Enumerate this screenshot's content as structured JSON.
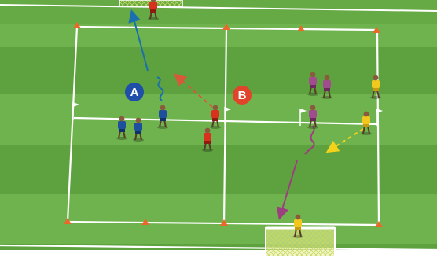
{
  "diagram": {
    "markers": [
      {
        "id": "a",
        "label": "A",
        "color": "#1f4fa8"
      },
      {
        "id": "b",
        "label": "B",
        "color": "#e0442a"
      }
    ],
    "teams": {
      "blue": {
        "shirt": "#1d4f9c",
        "shorts": "#10316a"
      },
      "red": {
        "shirt": "#d8321f",
        "shorts": "#8c1c12"
      },
      "purple": {
        "shirt": "#a14c8e",
        "shorts": "#6a2b5c"
      },
      "yellow": {
        "shirt": "#f2c81e",
        "shorts": "#c89a10"
      }
    },
    "colors": {
      "pitch_light": "#6fb34e",
      "pitch_dark": "#5da23f",
      "line": "#ffffff",
      "cone": "#e8692a",
      "blue_arrow": "#1a6fae",
      "red_arrow": "#d65a3a",
      "purple_arrow": "#9b3f7e",
      "yellow_arrow": "#f2d21a",
      "goal_net": "#d9e26a"
    }
  }
}
